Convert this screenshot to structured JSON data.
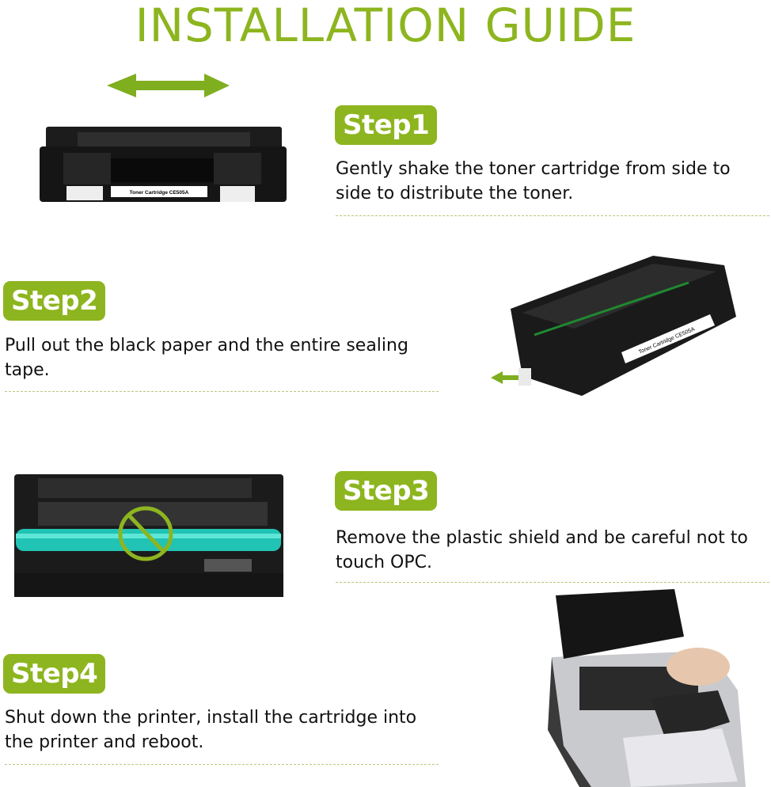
{
  "page": {
    "title": "INSTALLATION GUIDE",
    "accent_color": "#8db51f"
  },
  "steps": [
    {
      "label": "Step1",
      "text_line1": "Gently shake the toner cartridge from side to",
      "text_line2": "side to distribute the toner.",
      "image": {
        "icon": "double-arrow-icon",
        "subject": "toner cartridge front view",
        "cartridge_label": "Toner Cartridge CE505A"
      }
    },
    {
      "label": "Step2",
      "text_line1": "Pull out the black paper and the entire sealing",
      "text_line2": "tape.",
      "image": {
        "icon": "left-arrow-icon",
        "subject": "toner cartridge angled view with sealing tape",
        "cartridge_label": "Toner Cartridge CE505A"
      }
    },
    {
      "label": "Step3",
      "text_line1": "Remove the plastic shield and be careful not to",
      "text_line2": "touch OPC.",
      "image": {
        "icon": "prohibited-icon",
        "subject": "toner cartridge OPC drum"
      }
    },
    {
      "label": "Step4",
      "text_line1": "Shut down the printer, install the cartridge into",
      "text_line2": "the printer and reboot.",
      "image": {
        "subject": "hand installing cartridge into printer"
      }
    }
  ]
}
